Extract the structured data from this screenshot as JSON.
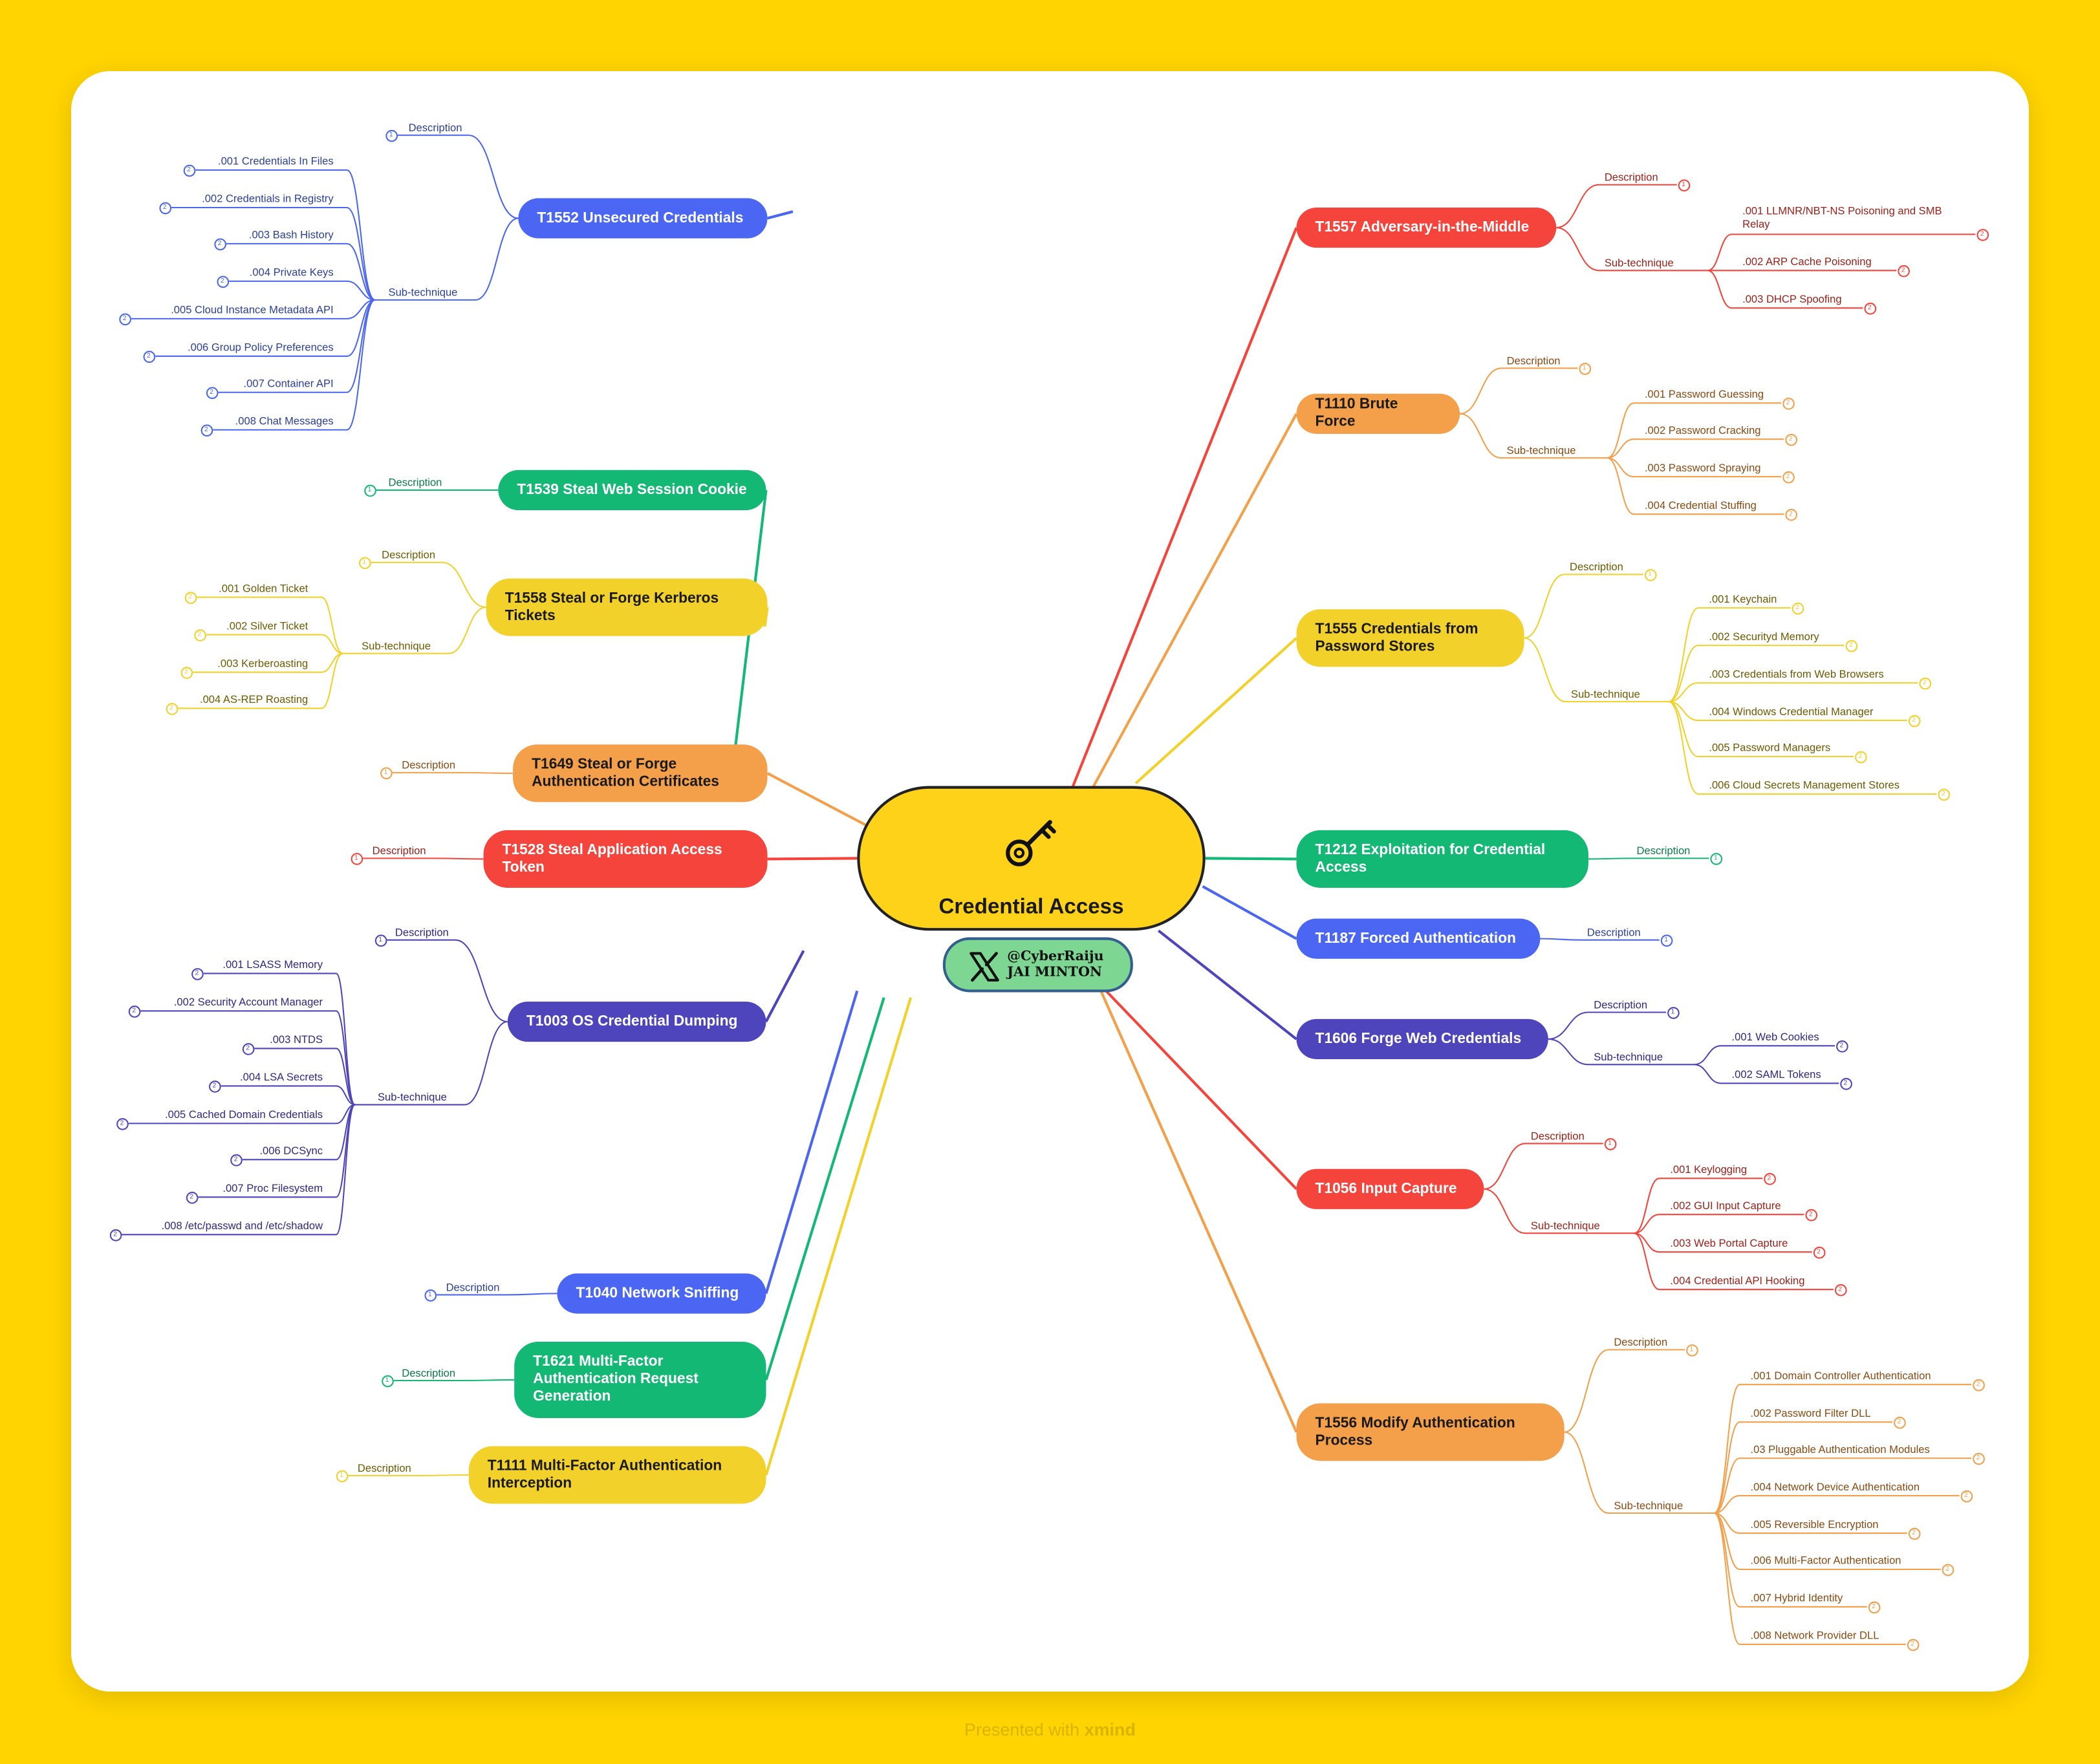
{
  "central": {
    "title": "Credential Access",
    "icon": "key-icon"
  },
  "author": {
    "handle": "@CyberRaiju",
    "name": "JAI MINTON",
    "icon": "x-logo-icon"
  },
  "footer": {
    "prefix": "Presented with",
    "brand": "xmind"
  },
  "colors": {
    "background": "#FFD400",
    "blue": "#4A66F2",
    "green": "#13B875",
    "yellow": "#F2D12A",
    "orange": "#F4A04B",
    "red": "#F4443C",
    "indigo": "#4E45BD"
  },
  "techniques": [
    {
      "id": "t1552",
      "title": "T1552 Unsecured Credentials",
      "color": "#4A66F2",
      "side": "left",
      "children": [
        {
          "label": "Description",
          "badge": "1"
        },
        {
          "label": "Sub-technique",
          "items": [
            ".001 Credentials In Files",
            ".002 Credentials in Registry",
            ".003 Bash History",
            ".004 Private Keys",
            ".005 Cloud Instance Metadata API",
            ".006 Group Policy Preferences",
            ".007 Container API",
            ".008 Chat Messages"
          ]
        }
      ]
    },
    {
      "id": "t1539",
      "title": "T1539 Steal Web Session Cookie",
      "color": "#13B875",
      "side": "left",
      "children": [
        {
          "label": "Description",
          "badge": "1"
        }
      ]
    },
    {
      "id": "t1558",
      "title": "T1558 Steal or Forge Kerberos Tickets",
      "color": "#F2D12A",
      "side": "left",
      "children": [
        {
          "label": "Description",
          "badge": "1"
        },
        {
          "label": "Sub-technique",
          "items": [
            ".001 Golden Ticket",
            ".002 Silver Ticket",
            ".003 Kerberoasting",
            ".004 AS-REP Roasting"
          ]
        }
      ]
    },
    {
      "id": "t1649",
      "title": "T1649 Steal or Forge Authentication Certificates",
      "color": "#F4A04B",
      "side": "left",
      "children": [
        {
          "label": "Description",
          "badge": "1"
        }
      ]
    },
    {
      "id": "t1528",
      "title": "T1528 Steal Application Access Token",
      "color": "#F4443C",
      "side": "left",
      "children": [
        {
          "label": "Description",
          "badge": "1"
        }
      ]
    },
    {
      "id": "t1003",
      "title": "T1003 OS Credential Dumping",
      "color": "#4E45BD",
      "side": "left",
      "children": [
        {
          "label": "Description",
          "badge": "1"
        },
        {
          "label": "Sub-technique",
          "items": [
            ".001 LSASS Memory",
            ".002 Security Account Manager",
            ".003 NTDS",
            ".004 LSA Secrets",
            ".005 Cached Domain Credentials",
            ".006 DCSync",
            ".007 Proc Filesystem",
            ".008 /etc/passwd and /etc/shadow"
          ]
        }
      ]
    },
    {
      "id": "t1040",
      "title": "T1040 Network Sniffing",
      "color": "#4A66F2",
      "side": "left",
      "children": [
        {
          "label": "Description",
          "badge": "1"
        }
      ]
    },
    {
      "id": "t1621",
      "title": "T1621 Multi-Factor Authentication Request Generation",
      "color": "#13B875",
      "side": "left",
      "children": [
        {
          "label": "Description",
          "badge": "1"
        }
      ]
    },
    {
      "id": "t1111",
      "title": "T1111 Multi-Factor Authentication Interception",
      "color": "#F2D12A",
      "side": "left",
      "children": [
        {
          "label": "Description",
          "badge": "1"
        }
      ]
    },
    {
      "id": "t1557",
      "title": "T1557 Adversary-in-the-Middle",
      "color": "#F4443C",
      "side": "right",
      "children": [
        {
          "label": "Description",
          "badge": "1"
        },
        {
          "label": "Sub-technique",
          "items": [
            ".001 LLMNR/NBT-NS Poisoning and SMB Relay",
            ".002 ARP Cache Poisoning",
            ".003 DHCP Spoofing"
          ]
        }
      ]
    },
    {
      "id": "t1110",
      "title": "T1110 Brute Force",
      "color": "#F4A04B",
      "side": "right",
      "children": [
        {
          "label": "Description",
          "badge": "1"
        },
        {
          "label": "Sub-technique",
          "items": [
            ".001 Password Guessing",
            ".002 Password Cracking",
            ".003 Password Spraying",
            ".004 Credential Stuffing"
          ]
        }
      ]
    },
    {
      "id": "t1555",
      "title": "T1555 Credentials from Password Stores",
      "color": "#F2D12A",
      "side": "right",
      "children": [
        {
          "label": "Description",
          "badge": "1"
        },
        {
          "label": "Sub-technique",
          "items": [
            ".001 Keychain",
            ".002 Securityd Memory",
            ".003 Credentials from Web Browsers",
            ".004 Windows Credential Manager",
            ".005 Password Managers",
            ".006 Cloud Secrets Management Stores"
          ]
        }
      ]
    },
    {
      "id": "t1212",
      "title": "T1212 Exploitation for Credential Access",
      "color": "#13B875",
      "side": "right",
      "children": [
        {
          "label": "Description",
          "badge": "1"
        }
      ]
    },
    {
      "id": "t1187",
      "title": "T1187 Forced Authentication",
      "color": "#4A66F2",
      "side": "right",
      "children": [
        {
          "label": "Description",
          "badge": "1"
        }
      ]
    },
    {
      "id": "t1606",
      "title": "T1606 Forge Web Credentials",
      "color": "#4E45BD",
      "side": "right",
      "children": [
        {
          "label": "Description",
          "badge": "1"
        },
        {
          "label": "Sub-technique",
          "items": [
            ".001 Web Cookies",
            ".002 SAML Tokens"
          ]
        }
      ]
    },
    {
      "id": "t1056",
      "title": "T1056 Input Capture",
      "color": "#F4443C",
      "side": "right",
      "children": [
        {
          "label": "Description",
          "badge": "1"
        },
        {
          "label": "Sub-technique",
          "items": [
            ".001 Keylogging",
            ".002 GUI Input Capture",
            ".003 Web Portal Capture",
            ".004 Credential API Hooking"
          ]
        }
      ]
    },
    {
      "id": "t1556",
      "title": "T1556 Modify Authentication Process",
      "color": "#F4A04B",
      "side": "right",
      "children": [
        {
          "label": "Description",
          "badge": "1"
        },
        {
          "label": "Sub-technique",
          "items": [
            ".001 Domain Controller Authentication",
            ".002 Password Filter DLL",
            ".03 Pluggable Authentication Modules",
            ".004 Network Device Authentication",
            ".005 Reversible Encryption",
            ".006 Multi-Factor Authentication",
            ".007 Hybrid Identity",
            ".008 Network Provider DLL"
          ]
        }
      ]
    }
  ]
}
